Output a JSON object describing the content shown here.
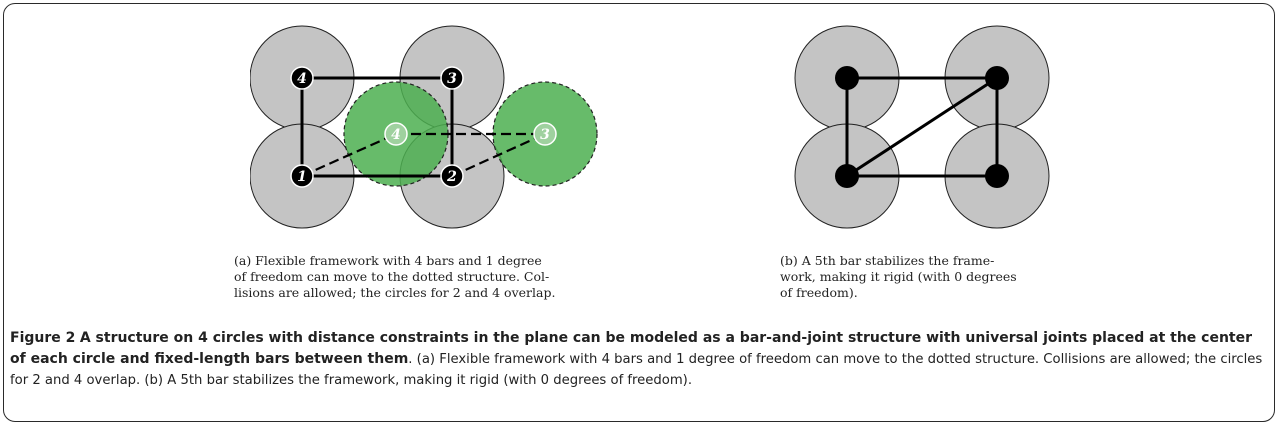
{
  "panel_a": {
    "labels": [
      "1",
      "2",
      "3",
      "4"
    ],
    "moved_labels": [
      "3",
      "4"
    ],
    "caption": "(a) Flexible framework with 4 bars and 1 degree\nof freedom can move to the dotted structure.  Col-\nlisions are allowed; the circles for 2 and 4 overlap."
  },
  "panel_b": {
    "caption": "(b)  A  5th  bar  stabilizes  the  frame-\nwork, making it rigid (with 0 degrees\nof freedom)."
  },
  "colors": {
    "circle_fill": "#c4c4c4",
    "moved_fill": "#4caf50",
    "joint": "#000000"
  },
  "caption": {
    "label": "Figure 2",
    "title": "A structure on 4 circles with distance constraints in the plane can be modeled as a bar-and-joint structure with universal joints placed at the center of each circle and fixed-length bars between them",
    "body": ". (a) Flexible framework with 4 bars and 1 degree of freedom can move to the dotted structure. Collisions are allowed; the circles for 2 and 4 overlap. (b) A 5th bar stabilizes the framework, making it rigid (with 0 degrees of freedom)."
  }
}
